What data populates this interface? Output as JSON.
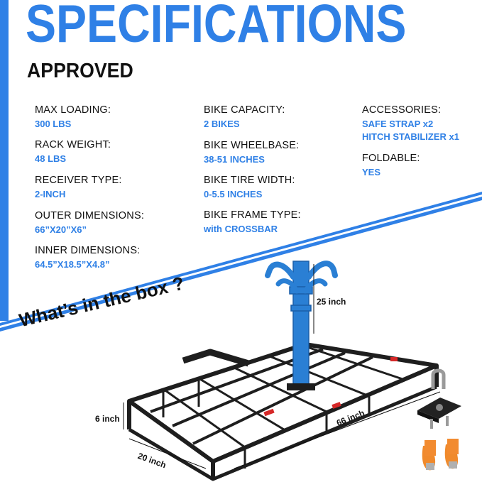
{
  "header": {
    "title": "SPECIFICATIONS",
    "subtitle": "APPROVED"
  },
  "specs": {
    "col1": [
      {
        "label": "MAX LOADING:",
        "value": "300 LBS"
      },
      {
        "label": "RACK WEIGHT:",
        "value": "48 LBS"
      },
      {
        "label": "RECEIVER TYPE:",
        "value": "2-INCH"
      },
      {
        "label": "OUTER DIMENSIONS:",
        "value": "66”X20”X6”"
      },
      {
        "label": "INNER DIMENSIONS:",
        "value": "64.5”X18.5”X4.8”"
      }
    ],
    "col2": [
      {
        "label": "BIKE CAPACITY:",
        "value": "2 BIKES"
      },
      {
        "label": "BIKE WHEELBASE:",
        "value": "38-51 INCHES"
      },
      {
        "label": "BIKE TIRE WIDTH:",
        "value": "0-5.5 INCHES"
      },
      {
        "label": "BIKE FRAME TYPE:",
        "value": "with CROSSBAR"
      }
    ],
    "col3": [
      {
        "label": "ACCESSORIES:",
        "value": "SAFE STRAP  x2",
        "value2": "HITCH STABILIZER  x1"
      },
      {
        "label": "FOLDABLE:",
        "value": "YES"
      }
    ]
  },
  "box": {
    "title": "What’s in the box ?",
    "dims": {
      "height": "25 inch",
      "depth": "6 inch",
      "length": "66 inch",
      "width": "20 inch"
    }
  },
  "colors": {
    "accent": "#2f80e6",
    "text": "#111111",
    "rack": "#1e1e1e",
    "arm": "#2a7fd4",
    "strap": "#f08a2c",
    "reflector": "#d62828"
  },
  "icons": [
    "hitch-stabilizer-icon",
    "safe-strap-icon"
  ]
}
